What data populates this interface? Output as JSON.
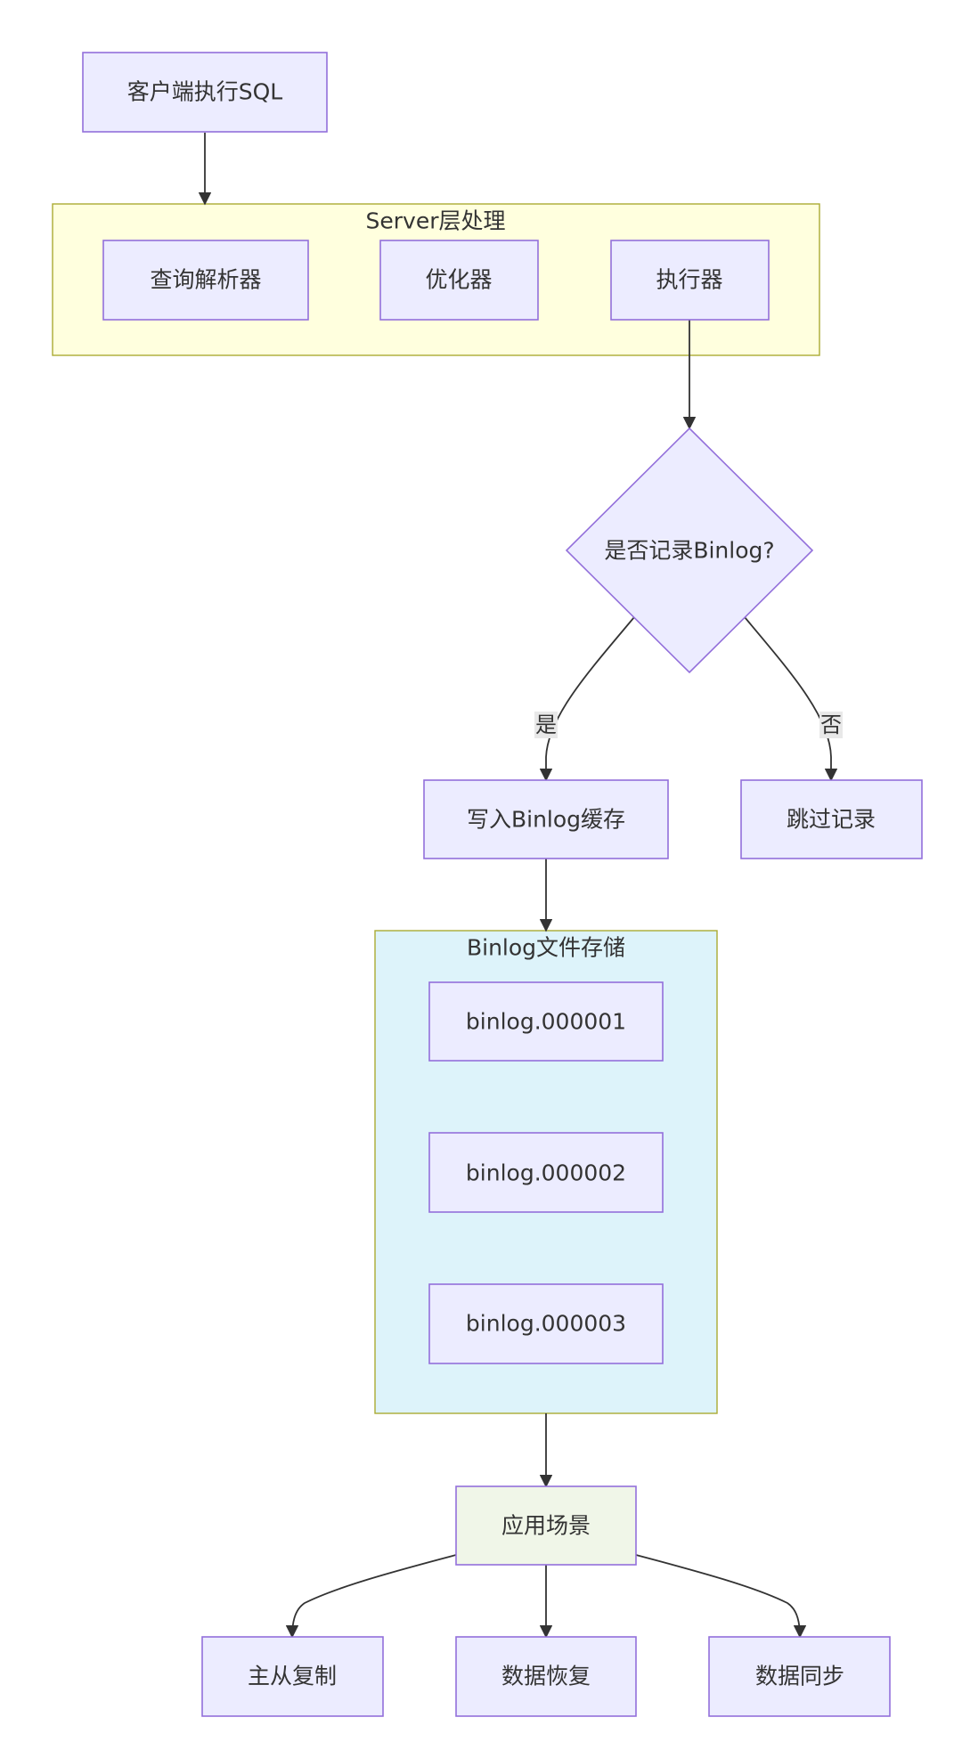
{
  "nodes": {
    "client": "客户端执行SQL",
    "parser": "查询解析器",
    "optimizer": "优化器",
    "executor": "执行器",
    "decision": "是否记录Binlog?",
    "write_cache": "写入Binlog缓存",
    "skip": "跳过记录",
    "binlog1": "binlog.000001",
    "binlog2": "binlog.000002",
    "binlog3": "binlog.000003",
    "scenarios": "应用场景",
    "replication": "主从复制",
    "recovery": "数据恢复",
    "sync": "数据同步"
  },
  "clusters": {
    "server": "Server层处理",
    "binlog_storage": "Binlog文件存储"
  },
  "edge_labels": {
    "yes": "是",
    "no": "否"
  },
  "colors": {
    "node_fill": "#ECECFF",
    "node_stroke": "#9370DB",
    "server_cluster_fill": "#FFFFDE",
    "binlog_cluster_fill": "#DDF3FA",
    "cluster_stroke": "#AAAA33",
    "scenario_fill": "#F0F6E8",
    "edge": "#333333"
  }
}
